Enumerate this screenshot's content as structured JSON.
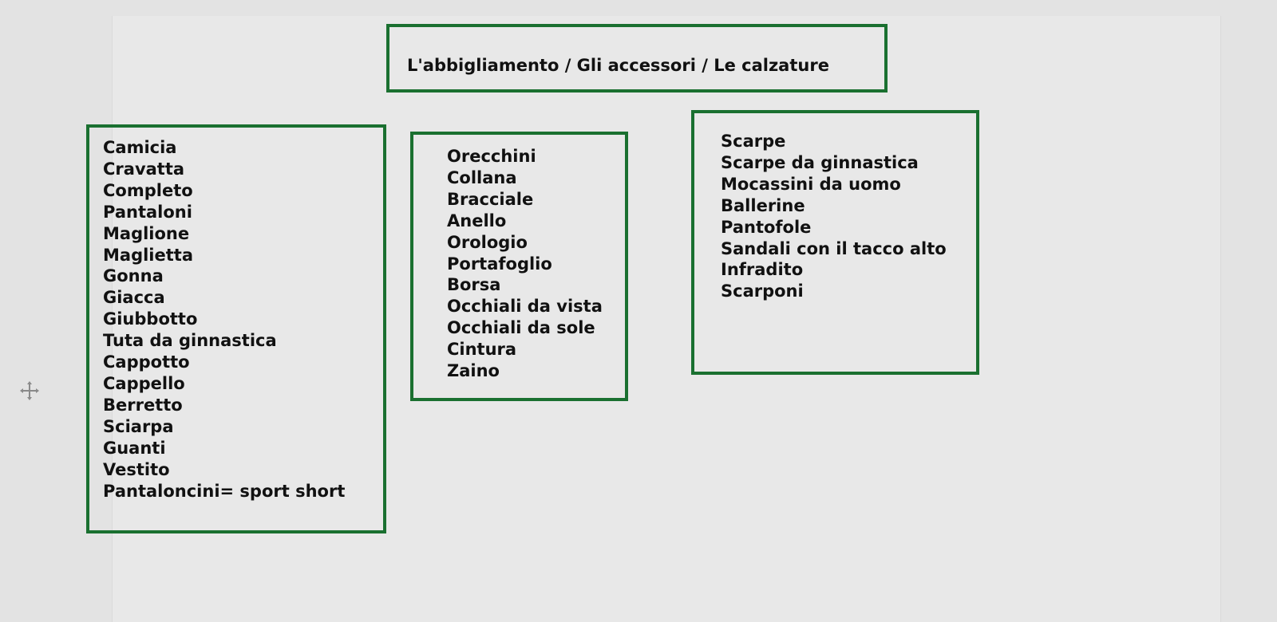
{
  "title": "L'abbigliamento / Gli accessori / Le calzature",
  "colors": {
    "frame": "#1a7030",
    "background": "#e3e3e3",
    "text": "#111111"
  },
  "icons": {
    "move_handle": "move-crosshair-icon"
  },
  "clothing": [
    "Camicia",
    "Cravatta",
    "Completo",
    "Pantaloni",
    "Maglione",
    "Maglietta",
    "Gonna",
    "Giacca",
    "Giubbotto",
    "Tuta da ginnastica",
    "Cappotto",
    "Cappello",
    "Berretto",
    "Sciarpa",
    "Guanti",
    "Vestito",
    "Pantaloncini= sport short"
  ],
  "accessories": [
    "Orecchini",
    "Collana",
    "Bracciale",
    "Anello",
    "Orologio",
    "Portafoglio",
    "Borsa",
    "Occhiali da vista",
    "Occhiali da sole",
    "Cintura",
    "Zaino"
  ],
  "shoes": [
    "Scarpe",
    "Scarpe da ginnastica",
    "Mocassini da uomo",
    "Ballerine",
    "Pantofole",
    "Sandali con il tacco alto",
    "Infradito",
    "Scarponi"
  ]
}
